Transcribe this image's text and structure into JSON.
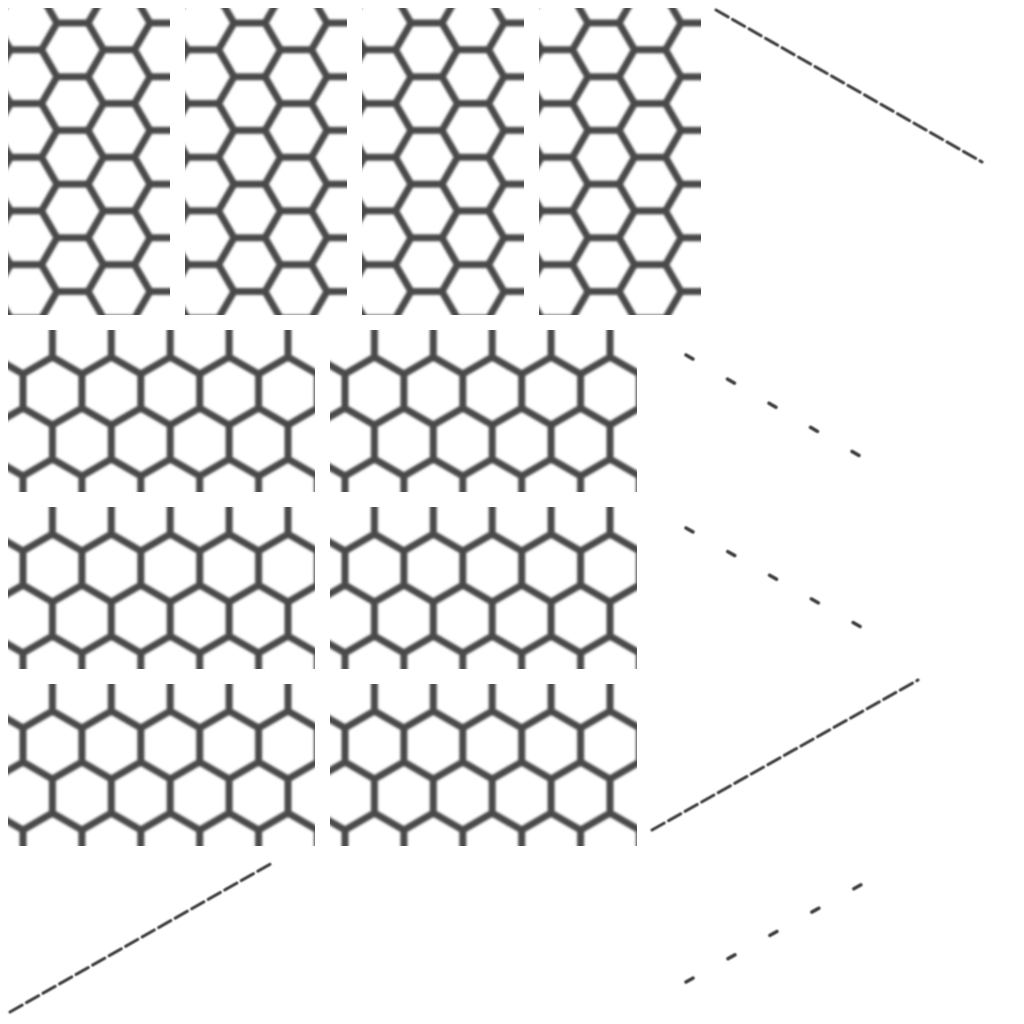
{
  "scene": {
    "description_free": true,
    "colors": {
      "background": "#ffffff",
      "hex_stroke": "#4a4a4a",
      "panel_border": "#eeeeee",
      "dash_stroke": "#3a3a3a"
    },
    "pattern": "hexagonal-honeycomb",
    "icons": [
      "honeycomb-tile",
      "perspective-line",
      "edge-on-tile"
    ]
  }
}
